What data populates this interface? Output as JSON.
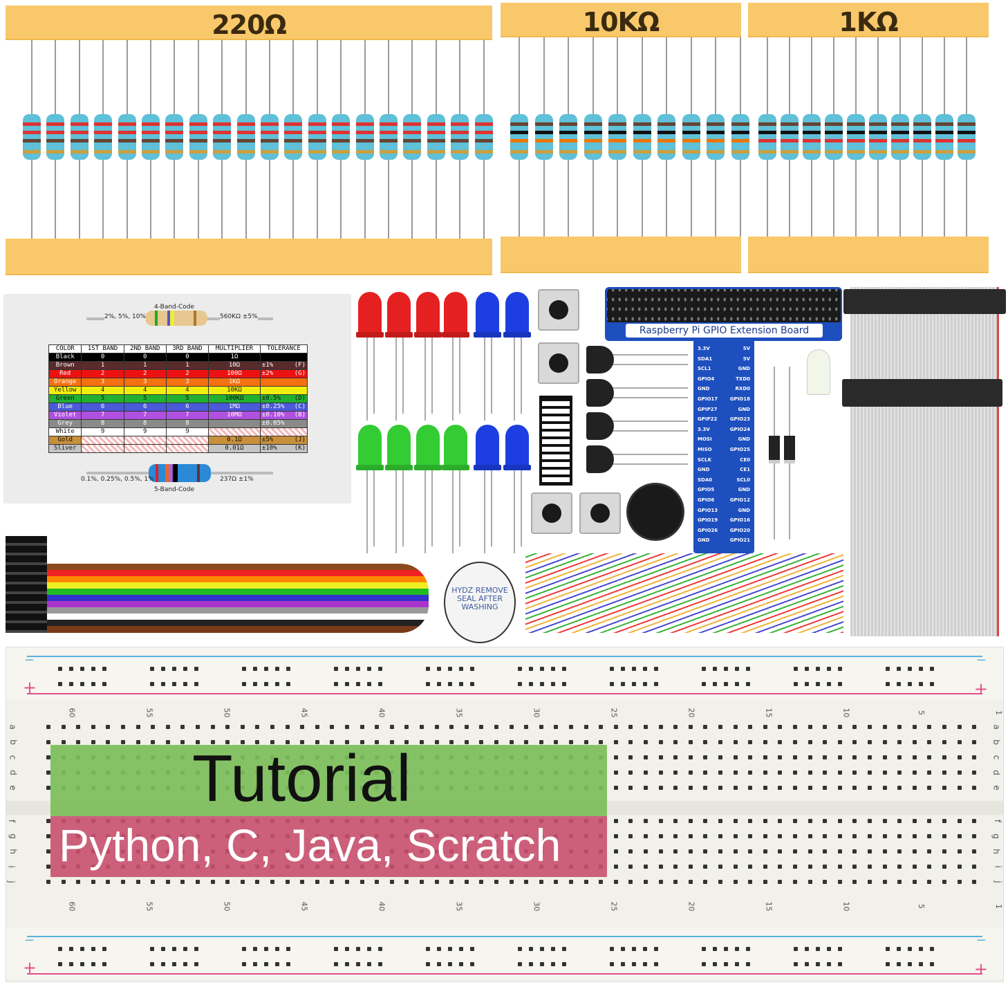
{
  "resistor_strips": [
    {
      "label": "220Ω",
      "count": 20
    },
    {
      "label": "10KΩ",
      "count": 10
    },
    {
      "label": "1KΩ",
      "count": 10
    }
  ],
  "color_code_card": {
    "four_band_title": "4-Band-Code",
    "four_band_tolerance": "2%, 5%, 10%",
    "four_band_example": "560KΩ ±5%",
    "five_band_title": "5-Band-Code",
    "five_band_tolerance": "0.1%, 0.25%, 0.5%, 1%",
    "five_band_example": "237Ω ±1%",
    "headers": [
      "COLOR",
      "1ST BAND",
      "2ND BAND",
      "3RD BAND",
      "MULTIPLIER",
      "TOLERANCE"
    ],
    "rows": [
      {
        "color": "Black",
        "hex": "#000000",
        "fg": "#fff",
        "b1": "0",
        "b2": "0",
        "b3": "0",
        "mult": "1Ω",
        "tol": "",
        "code": ""
      },
      {
        "color": "Brown",
        "hex": "#5a2b2b",
        "fg": "#fff",
        "b1": "1",
        "b2": "1",
        "b3": "1",
        "mult": "10Ω",
        "tol": "±1%",
        "code": "(F)"
      },
      {
        "color": "Red",
        "hex": "#ee1111",
        "fg": "#fff",
        "b1": "2",
        "b2": "2",
        "b3": "2",
        "mult": "100Ω",
        "tol": "±2%",
        "code": "(G)"
      },
      {
        "color": "Orange",
        "hex": "#f57010",
        "fg": "#fff",
        "b1": "3",
        "b2": "3",
        "b3": "3",
        "mult": "1KΩ",
        "tol": "",
        "code": ""
      },
      {
        "color": "Yellow",
        "hex": "#f2ee10",
        "fg": "#111",
        "b1": "4",
        "b2": "4",
        "b3": "4",
        "mult": "10KΩ",
        "tol": "",
        "code": ""
      },
      {
        "color": "Green",
        "hex": "#22b030",
        "fg": "#111",
        "b1": "5",
        "b2": "5",
        "b3": "5",
        "mult": "100KΩ",
        "tol": "±0.5%",
        "code": "(D)"
      },
      {
        "color": "Blue",
        "hex": "#4a5ad8",
        "fg": "#fff",
        "b1": "6",
        "b2": "6",
        "b3": "6",
        "mult": "1MΩ",
        "tol": "±0.25%",
        "code": "(C)"
      },
      {
        "color": "Violet",
        "hex": "#b050e0",
        "fg": "#fff",
        "b1": "7",
        "b2": "7",
        "b3": "7",
        "mult": "10MΩ",
        "tol": "±0.10%",
        "code": "(B)"
      },
      {
        "color": "Grey",
        "hex": "#8a8a8a",
        "fg": "#fff",
        "b1": "8",
        "b2": "8",
        "b3": "8",
        "mult": "",
        "tol": "±0.05%",
        "code": ""
      },
      {
        "color": "White",
        "hex": "#ffffff",
        "fg": "#111",
        "b1": "9",
        "b2": "9",
        "b3": "9",
        "mult": "",
        "tol": "",
        "code": ""
      },
      {
        "color": "Gold",
        "hex": "#c8903a",
        "fg": "#111",
        "b1": "",
        "b2": "",
        "b3": "",
        "mult": "0.1Ω",
        "tol": "±5%",
        "code": "(J)"
      },
      {
        "color": "Sliver",
        "hex": "#c4c4c4",
        "fg": "#111",
        "b1": "",
        "b2": "",
        "b3": "",
        "mult": "0.01Ω",
        "tol": "±10%",
        "code": "(K)"
      }
    ]
  },
  "gpio_board": {
    "title": "Raspberry Pi GPIO Extension Board",
    "left_pins": [
      "3.3V",
      "SDA1",
      "SCL1",
      "GPIO4",
      "GND",
      "GPIO17",
      "GPIP27",
      "GPIP22",
      "3.3V",
      "MOSI",
      "MISO",
      "SCLK",
      "GND",
      "SDA0",
      "GPIO5",
      "GPIO6",
      "GPIO13",
      "GPIO19",
      "GPIO26",
      "GND"
    ],
    "right_pins": [
      "5V",
      "5V",
      "GND",
      "TXD0",
      "RXD0",
      "GPIO18",
      "GND",
      "GPIO23",
      "GPIO24",
      "GND",
      "GPIO25",
      "CE0",
      "CE1",
      "SCL0",
      "GND",
      "GPIO12",
      "GND",
      "GPIO16",
      "GPIO20",
      "GPIO21"
    ]
  },
  "buzzer_label": "HYDZ REMOVE SEAL AFTER WASHING",
  "breadboard": {
    "column_numbers": [
      "60",
      "55",
      "50",
      "45",
      "40",
      "35",
      "30",
      "25",
      "20",
      "15",
      "10",
      "5",
      "1"
    ],
    "rows_top": [
      "a",
      "b",
      "c",
      "d",
      "e"
    ],
    "rows_bottom": [
      "f",
      "g",
      "h",
      "i",
      "j"
    ],
    "rail_minus": "−",
    "rail_plus": "+"
  },
  "overlay": {
    "title": "Tutorial",
    "subtitle": "Python, C, Java, Scratch",
    "title_bg": "#7dbe5a",
    "subtitle_bg": "#c8506e"
  }
}
